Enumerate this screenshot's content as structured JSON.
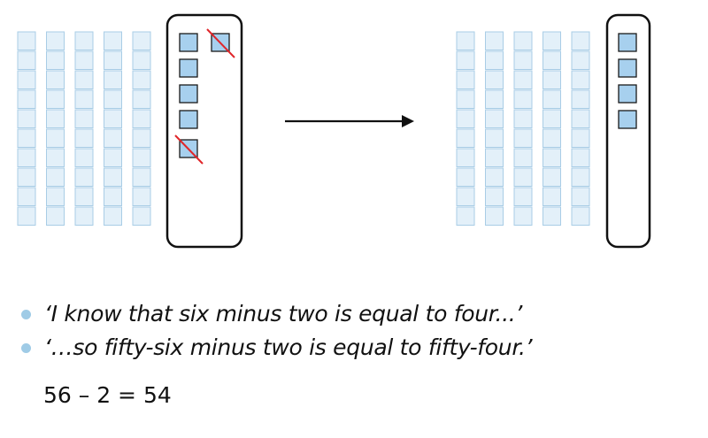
{
  "colors": {
    "unit_fill": "#e3f0f9",
    "unit_stroke": "#a9cde6",
    "cube_fill": "#a7d0ee",
    "cube_stroke": "#1a1a1a",
    "cross": "#e0262a",
    "outline": "#111111"
  },
  "diagram": {
    "before": {
      "tens": 5,
      "ones": 6,
      "crossed_out": 2
    },
    "after": {
      "tens": 5,
      "ones": 4,
      "crossed_out": 0
    }
  },
  "statements": [
    "‘I know that six minus two is equal to four...’",
    "‘…so fifty-six minus two is equal to fifty-four.’"
  ],
  "equation": "56 – 2 = 54"
}
